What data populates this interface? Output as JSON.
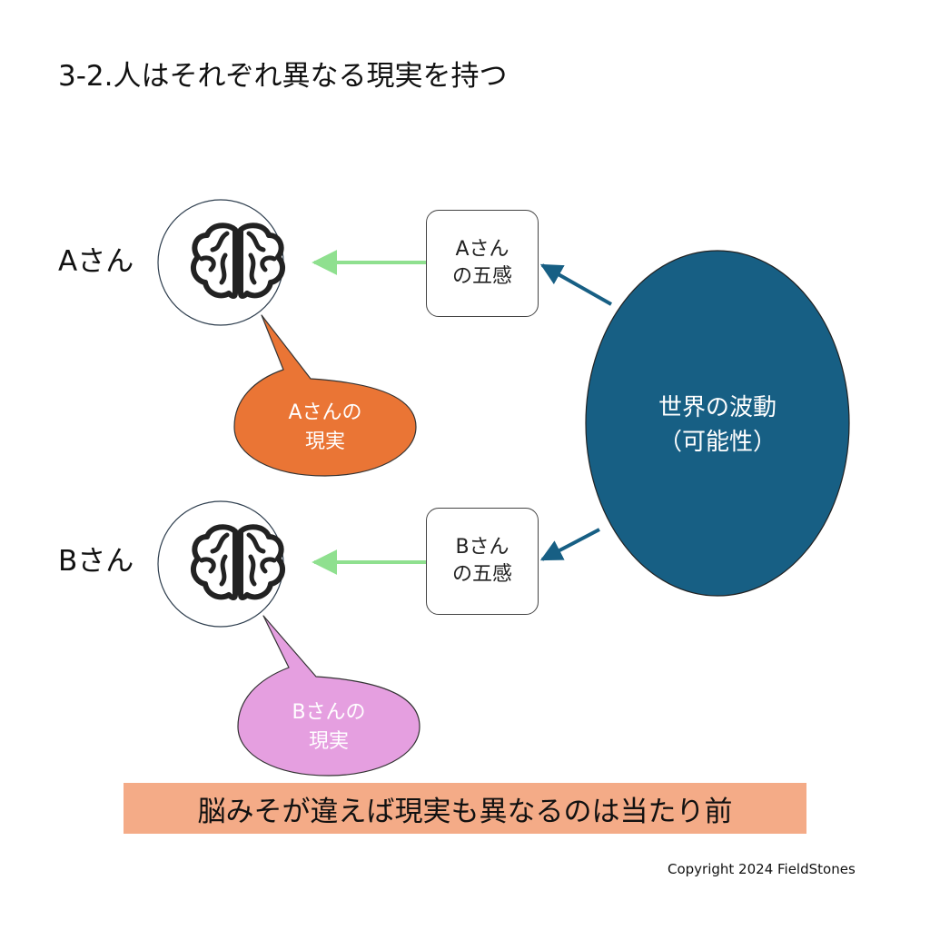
{
  "title": "3-2.人はそれぞれ異なる現実を持つ",
  "people": [
    {
      "label": "Aさん",
      "senses_line1": "Aさん",
      "senses_line2": "の五感",
      "reality_line1": "Aさんの",
      "reality_line2": "現実",
      "reality_color": "#ea7535"
    },
    {
      "label": "Bさん",
      "senses_line1": "Bさん",
      "senses_line2": "の五感",
      "reality_line1": "Bさんの",
      "reality_line2": "現実",
      "reality_color": "#e59fe0"
    }
  ],
  "world": {
    "line1": "世界の波動",
    "line2": "（可能性）",
    "color": "#175f84"
  },
  "icons": {
    "brain": "brain-icon"
  },
  "colors": {
    "sense_arrow": "#8fe08f",
    "world_arrow": "#175f84",
    "banner": "#f4ab87"
  },
  "conclusion": "脳みそが違えば現実も異なるのは当たり前",
  "copyright": "Copyright 2024 FieldStones"
}
